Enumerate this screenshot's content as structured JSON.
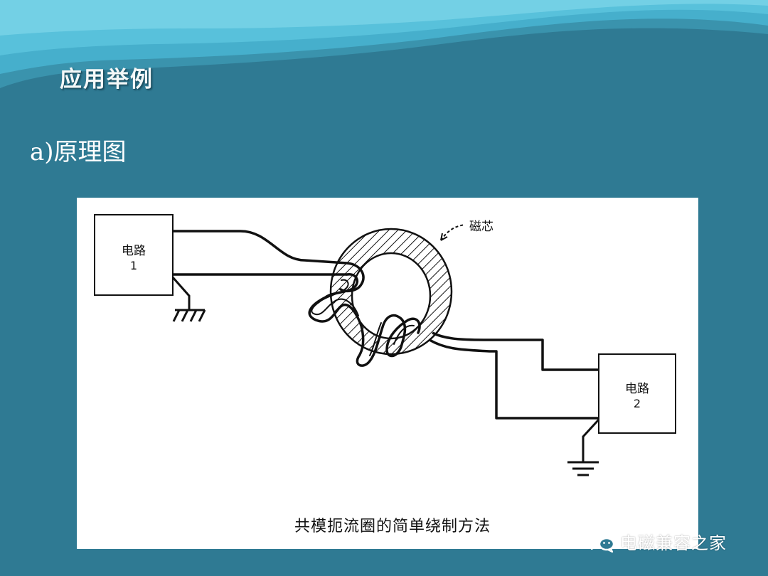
{
  "slide": {
    "title": "应用举例",
    "subtitle": "a)原理图"
  },
  "diagram": {
    "circuit1": {
      "label": "电路",
      "number": "1"
    },
    "circuit2": {
      "label": "电路",
      "number": "2"
    },
    "core_label": "磁芯",
    "caption": "共模扼流圈的简单绕制方法"
  },
  "watermark": {
    "text": "电磁兼容之家",
    "icon": "wechat-icon"
  },
  "colors": {
    "background": "#2f7a93",
    "wave_light": "#48b2cf",
    "panel": "#ffffff",
    "ink": "#111111"
  }
}
